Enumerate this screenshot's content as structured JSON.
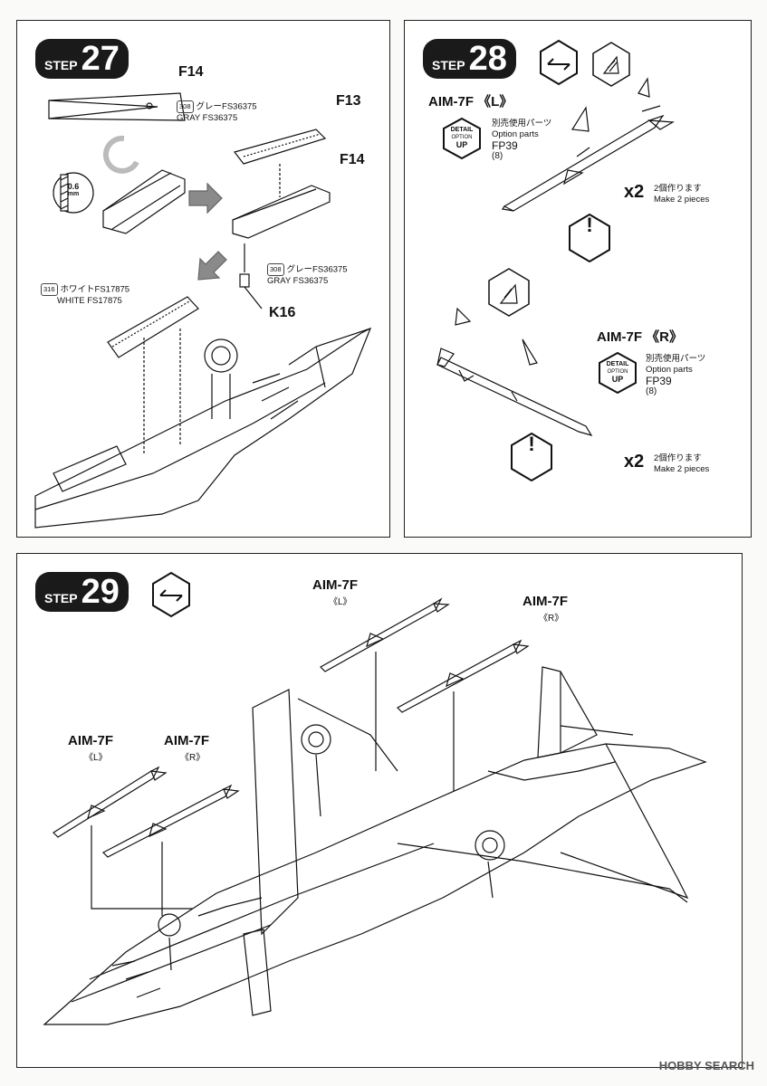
{
  "step27": {
    "label": "STEP",
    "number": "27",
    "parts": {
      "f14_top": "F14",
      "f13": "F13",
      "f14_mid": "F14",
      "k16": "K16"
    },
    "paint_a": {
      "code": "308",
      "jp": "グレーFS36375",
      "en": "GRAY FS36375"
    },
    "paint_b": {
      "code": "308",
      "jp": "グレーFS36375",
      "en": "GRAY FS36375"
    },
    "paint_c": {
      "code": "316",
      "jp": "ホワイトFS17875",
      "en": "WHITE FS17875"
    },
    "drill": "0.6",
    "drill_unit": "mm"
  },
  "step28": {
    "label": "STEP",
    "number": "28",
    "left": {
      "title": "AIM-7F 《L》",
      "option_jp": "別売使用パーツ",
      "option_en": "Option parts",
      "part": "FP39",
      "qty": "(8)",
      "times": "x2",
      "make_jp": "2個作ります",
      "make_en": "Make 2 pieces"
    },
    "right": {
      "title": "AIM-7F 《R》",
      "option_jp": "別売使用パーツ",
      "option_en": "Option parts",
      "part": "FP39",
      "qty": "(8)",
      "times": "x2",
      "make_jp": "2個作ります",
      "make_en": "Make 2 pieces"
    },
    "detail_badge": {
      "top": "DETAIL",
      "mid": "OPTION",
      "bottom": "UP"
    },
    "warning": "!"
  },
  "step29": {
    "label": "STEP",
    "number": "29",
    "missiles": [
      {
        "name": "AIM-7F",
        "side": "《L》"
      },
      {
        "name": "AIM-7F",
        "side": "《R》"
      },
      {
        "name": "AIM-7F",
        "side": "《L》"
      },
      {
        "name": "AIM-7F",
        "side": "《R》"
      }
    ]
  },
  "watermark": "HOBBY SEARCH",
  "colors": {
    "ink": "#111111",
    "panel": "#ffffff",
    "arrow": "#8a8a8a",
    "badge": "#1a1a1a"
  }
}
